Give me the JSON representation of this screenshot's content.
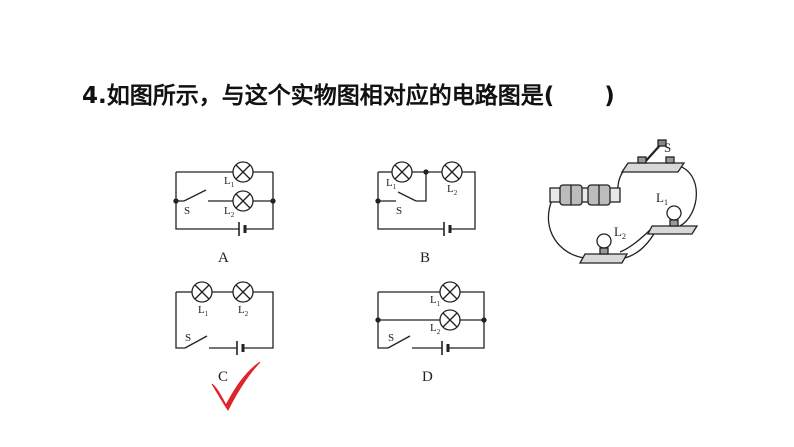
{
  "question": {
    "text": "4.如图所示，与这个实物图相对应的电路图是(",
    "close_paren": ")"
  },
  "options": [
    {
      "letter": "A",
      "lamp1": "L",
      "lamp1_sub": "1",
      "lamp2": "L",
      "lamp2_sub": "2",
      "switch": "S"
    },
    {
      "letter": "B",
      "lamp1": "L",
      "lamp1_sub": "1",
      "lamp2": "L",
      "lamp2_sub": "2",
      "switch": "S"
    },
    {
      "letter": "C",
      "lamp1": "L",
      "lamp1_sub": "1",
      "lamp2": "L",
      "lamp2_sub": "2",
      "switch": "S"
    },
    {
      "letter": "D",
      "lamp1": "L",
      "lamp1_sub": "1",
      "lamp2": "L",
      "lamp2_sub": "2",
      "switch": "S"
    }
  ],
  "physical": {
    "switch": "S",
    "lamp1": "L",
    "lamp1_sub": "1",
    "lamp2": "L",
    "lamp2_sub": "2"
  },
  "answer": {
    "selected": "C",
    "mark_color": "#e0242b"
  }
}
